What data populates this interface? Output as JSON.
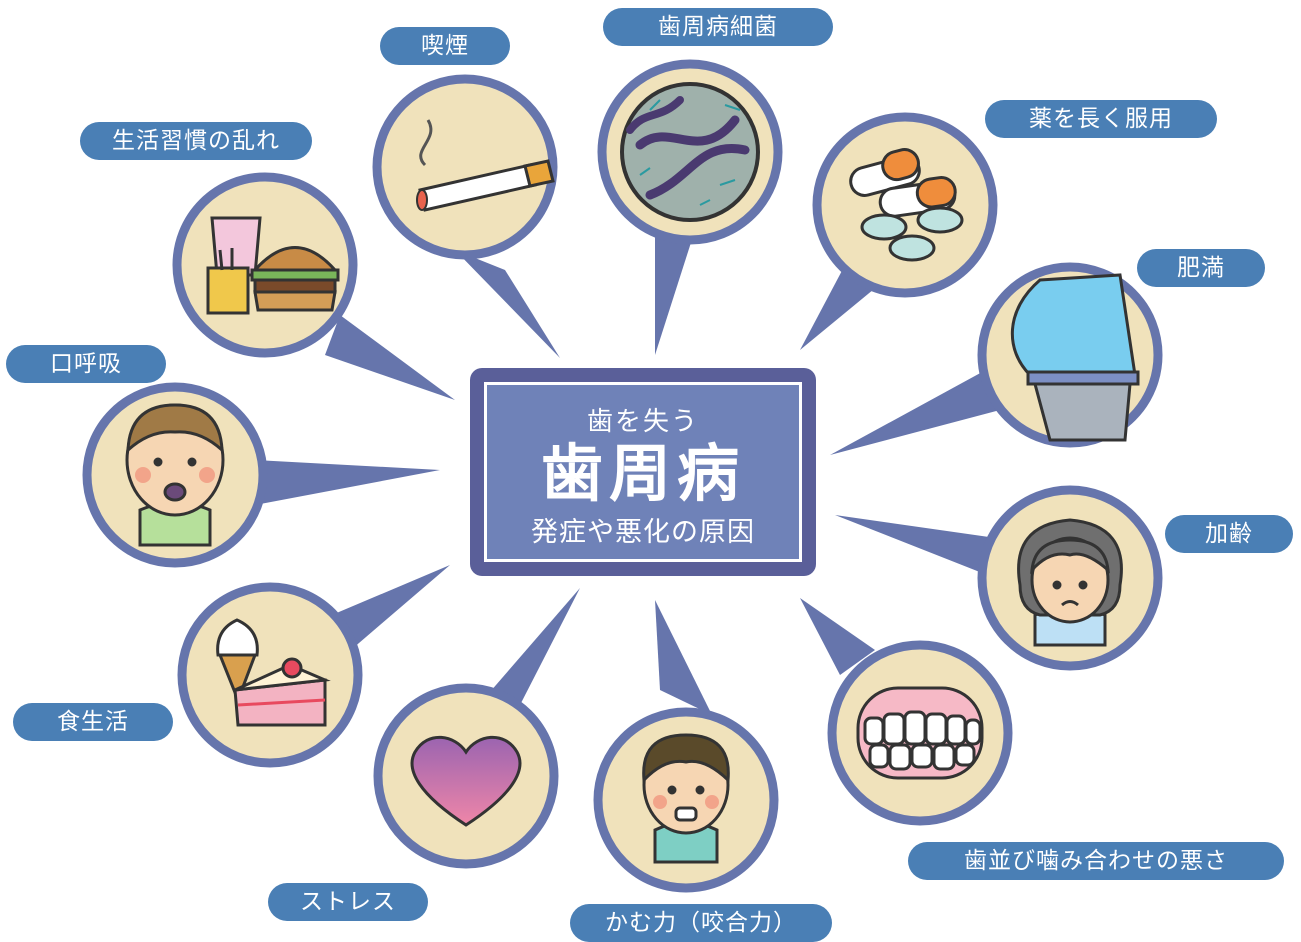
{
  "center": {
    "subtitle": "歯を失う",
    "title": "歯周病",
    "footer": "発症や悪化の原因"
  },
  "labels": {
    "smoking": "喫煙",
    "bacteria": "歯周病細菌",
    "medicine": "薬を長く服用",
    "lifestyle": "生活習慣の乱れ",
    "obesity": "肥満",
    "mouth_breathing": "口呼吸",
    "aging": "加齢",
    "diet": "食生活",
    "malocclusion": "歯並び噛み合わせの悪さ",
    "stress": "ストレス",
    "bite_force": "かむ力（咬合力）"
  },
  "colors": {
    "pill": "#4a7fb5",
    "circle_fill": "#f0e2bb",
    "circle_ring": "#6675ac",
    "center_outer": "#5a5f99",
    "center_inner": "#6f82b8"
  },
  "icons": [
    "cigarette-icon",
    "bacteria-icon",
    "pills-icon",
    "fastfood-icon",
    "belly-icon",
    "boy-open-mouth-icon",
    "elderly-woman-icon",
    "dessert-icon",
    "crooked-teeth-icon",
    "heart-icon",
    "boy-clenched-teeth-icon"
  ]
}
